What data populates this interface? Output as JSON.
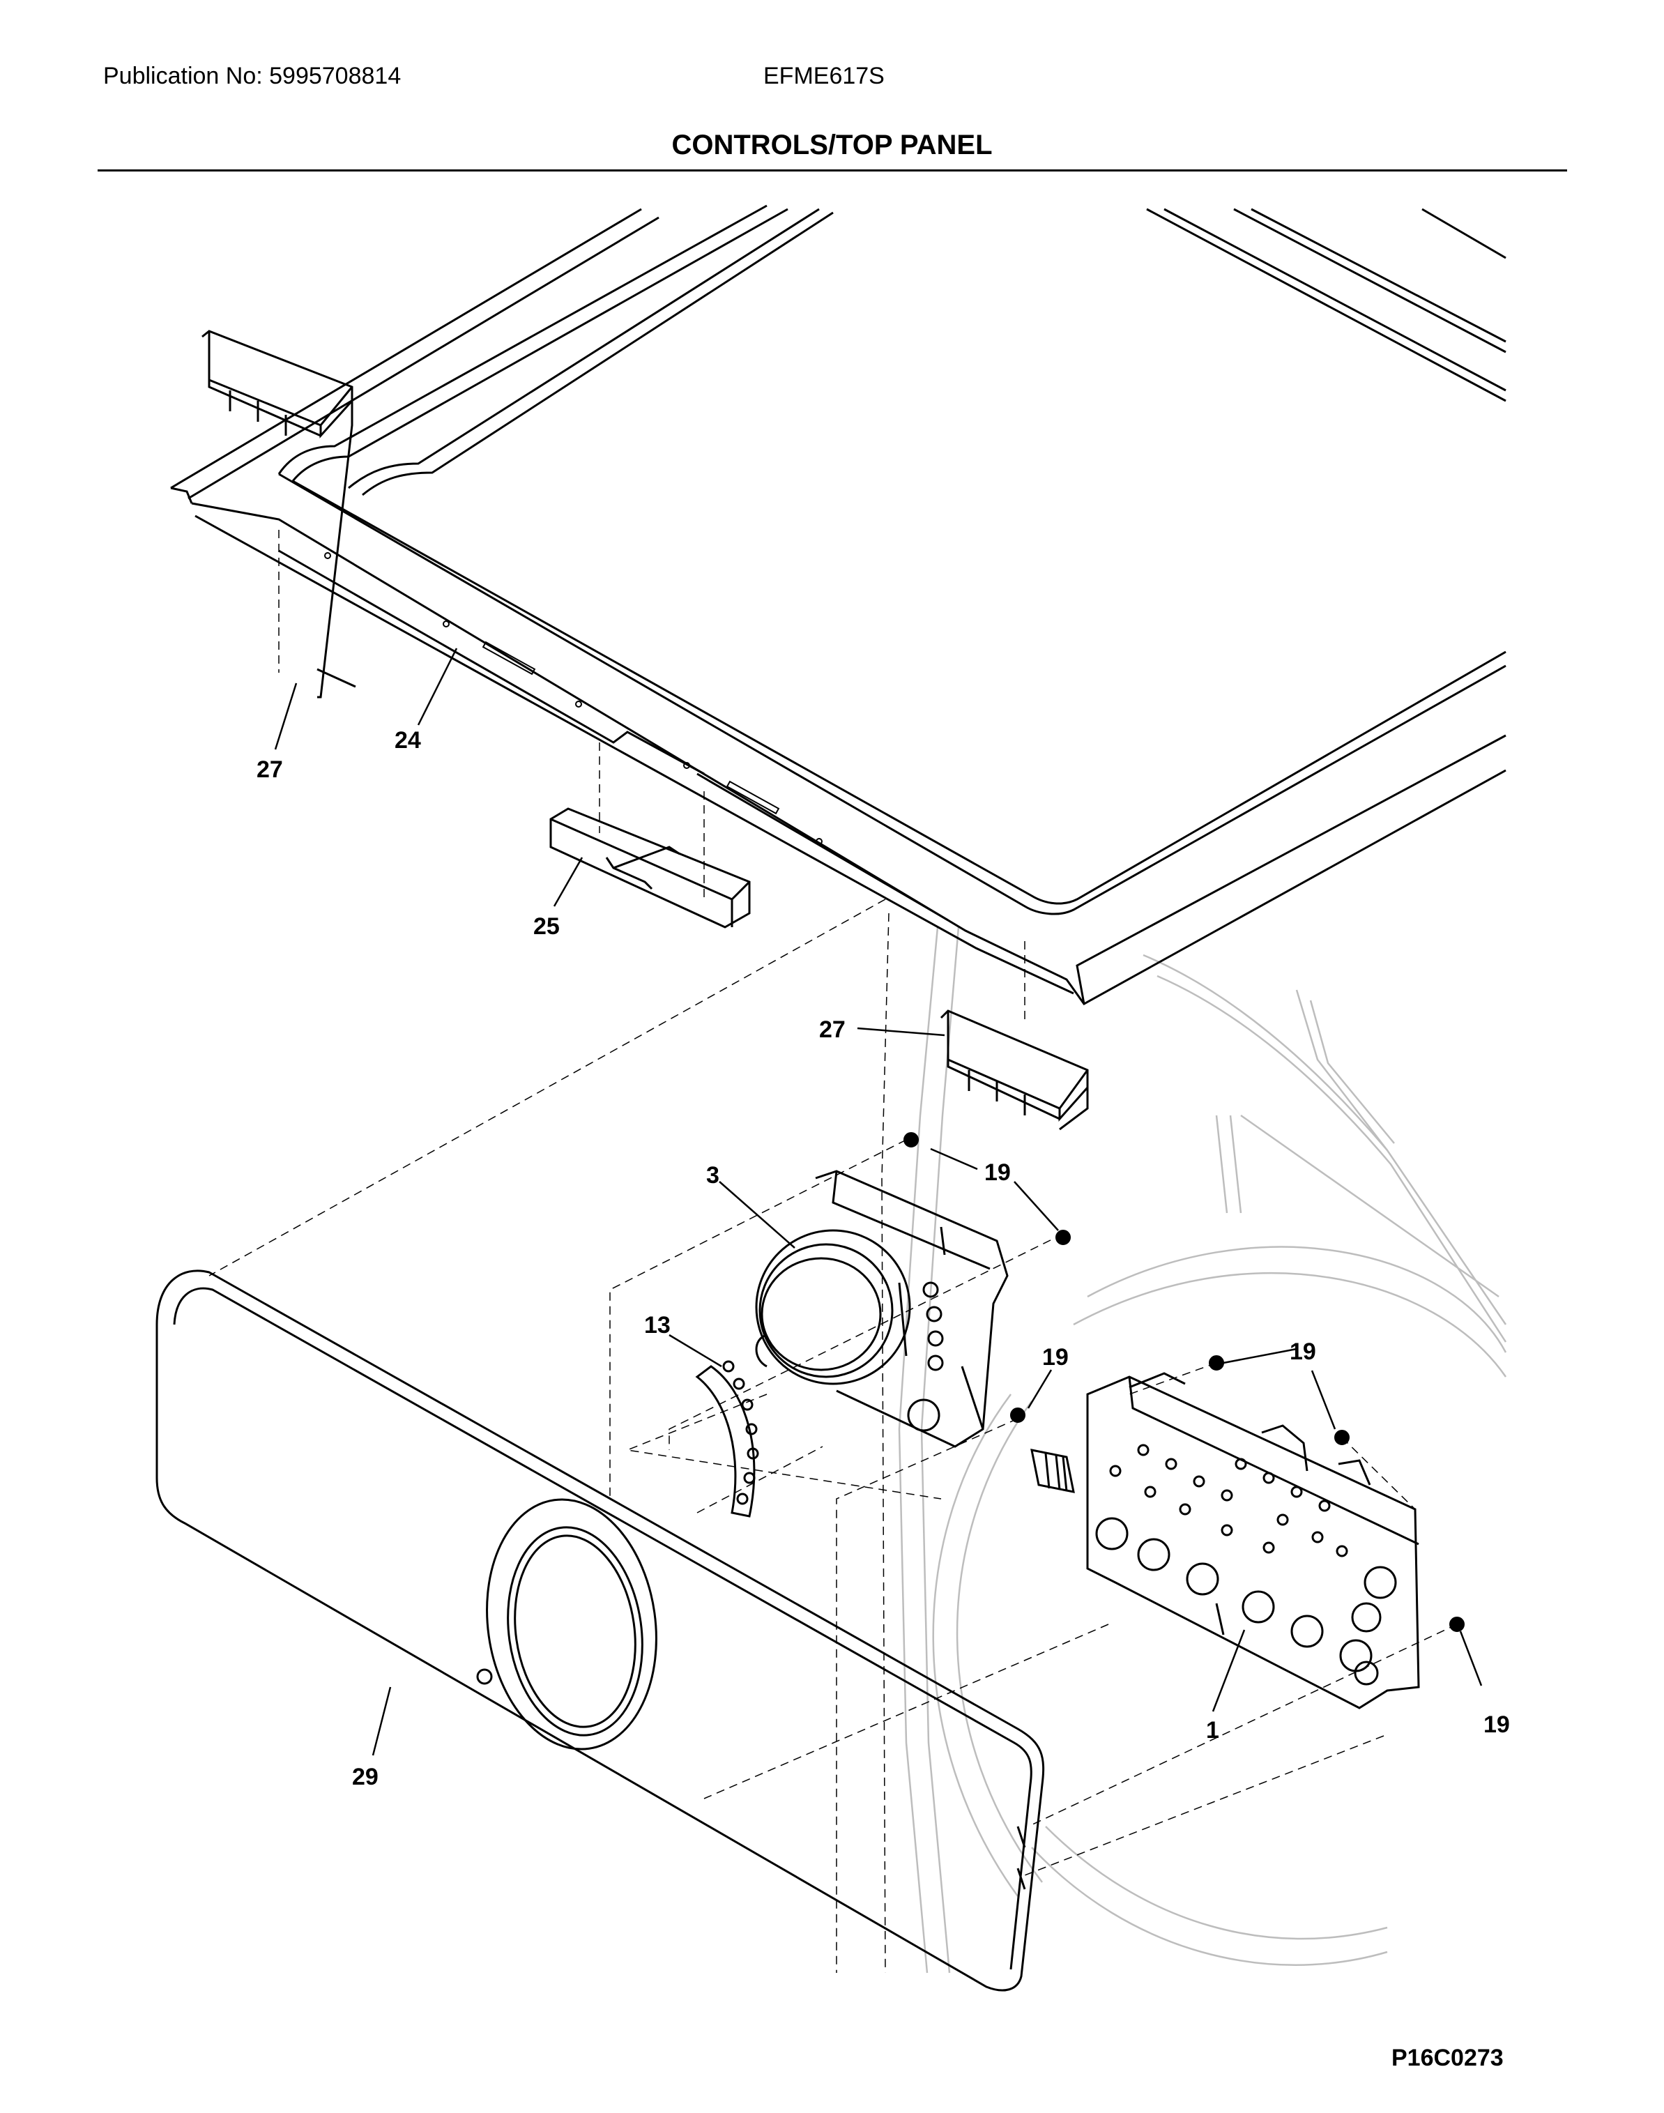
{
  "header": {
    "publication": "Publication No: 5995708814",
    "model": "EFME617S",
    "section_title": "CONTROLS/TOP PANEL"
  },
  "diagram_code": "P16C0273",
  "callouts": {
    "c24": "24",
    "c27a": "27",
    "c25": "25",
    "c27b": "27",
    "c3": "3",
    "c19a": "19",
    "c13": "13",
    "c19b": "19",
    "c19c": "19",
    "c1": "1",
    "c19d": "19",
    "c29": "29"
  }
}
